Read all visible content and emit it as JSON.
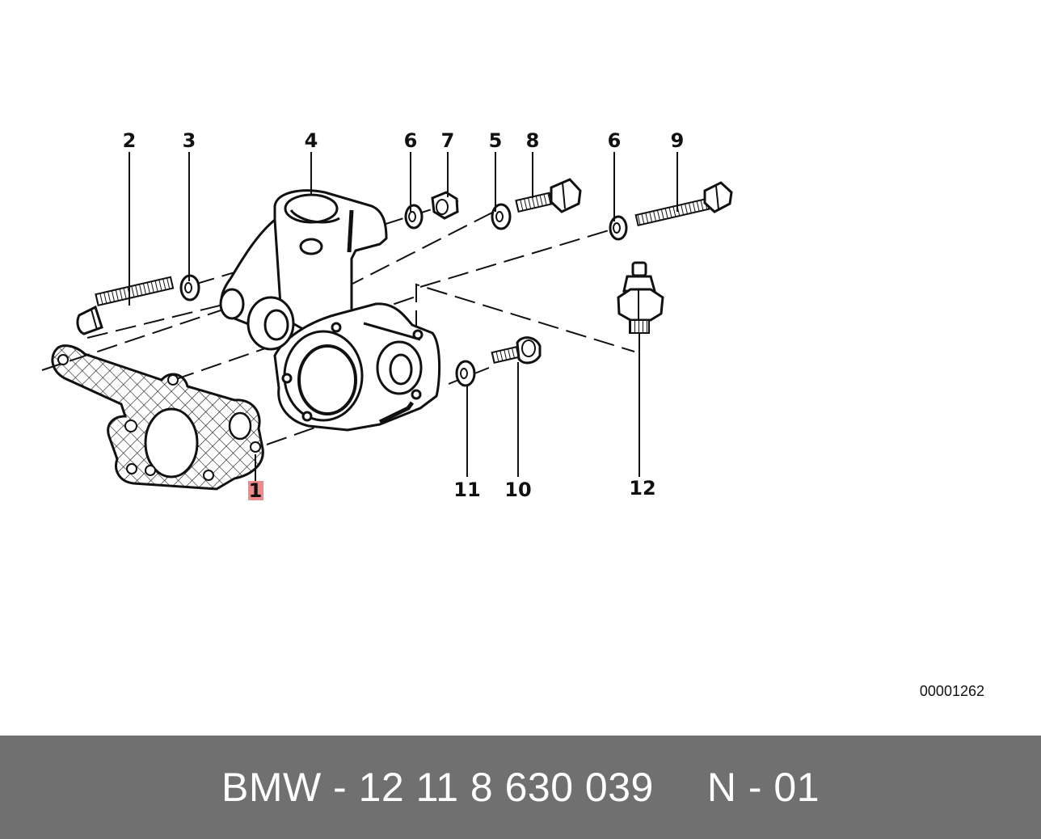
{
  "diagram": {
    "callouts": [
      {
        "id": "c2",
        "text": "2"
      },
      {
        "id": "c3",
        "text": "3"
      },
      {
        "id": "c4",
        "text": "4"
      },
      {
        "id": "c6a",
        "text": "6"
      },
      {
        "id": "c7",
        "text": "7"
      },
      {
        "id": "c5",
        "text": "5"
      },
      {
        "id": "c8",
        "text": "8"
      },
      {
        "id": "c6b",
        "text": "6"
      },
      {
        "id": "c9",
        "text": "9"
      },
      {
        "id": "c1",
        "text": "1"
      },
      {
        "id": "c11",
        "text": "11"
      },
      {
        "id": "c10",
        "text": "10"
      },
      {
        "id": "c12",
        "text": "12"
      }
    ],
    "highlight_color": "#f08a8a",
    "reference_code": "00001262"
  },
  "footer": {
    "part_label": "BMW - 12 11 8 630 039",
    "variant_label": "N - 01",
    "background": "#707070"
  }
}
